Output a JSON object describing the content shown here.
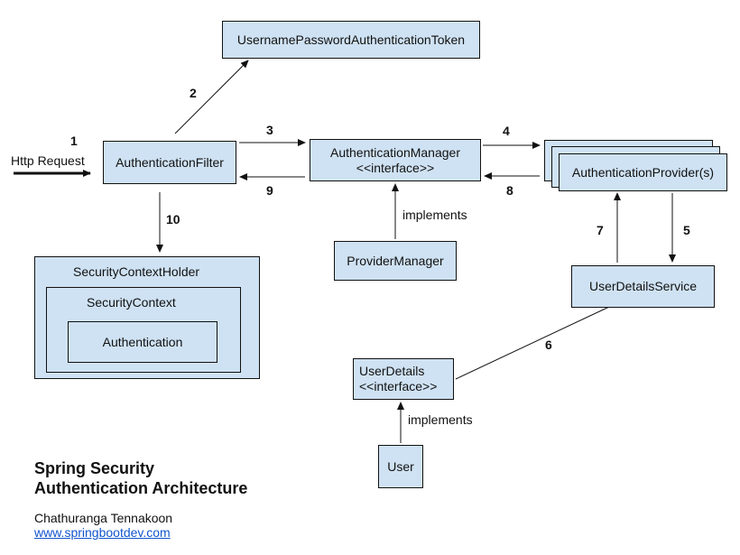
{
  "boxes": {
    "token": "UsernamePasswordAuthenticationToken",
    "filter": "AuthenticationFilter",
    "manager_line1": "AuthenticationManager",
    "manager_line2": "<<interface>>",
    "provider": "AuthenticationProvider(s)",
    "provider_manager": "ProviderManager",
    "security_context_holder": "SecurityContextHolder",
    "security_context": "SecurityContext",
    "authentication": "Authentication",
    "user_details_service": "UserDetailsService",
    "user_details_line1": "UserDetails",
    "user_details_line2": "<<interface>>",
    "user": "User"
  },
  "labels": {
    "http_request": "Http Request",
    "implements_manager": "implements",
    "implements_user": "implements"
  },
  "steps": [
    "1",
    "2",
    "3",
    "4",
    "5",
    "6",
    "7",
    "8",
    "9",
    "10"
  ],
  "footer": {
    "title_line1": "Spring Security",
    "title_line2": "Authentication Architecture",
    "author": "Chathuranga Tennakoon",
    "link": "www.springbootdev.com"
  },
  "colors": {
    "box_fill": "#cfe2f3",
    "stroke": "#111111",
    "link": "#1155cc"
  }
}
